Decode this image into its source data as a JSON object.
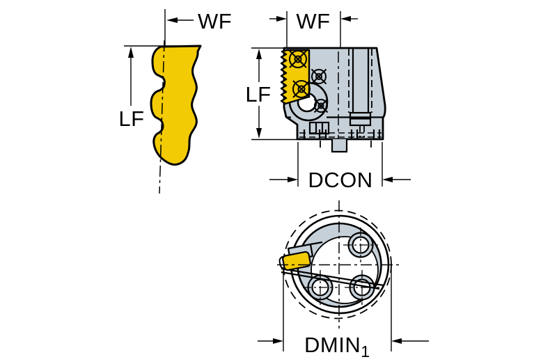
{
  "colors": {
    "insert_yellow": "#F2CB05",
    "body_gray": "#C6D0D8",
    "line": "#000000",
    "background": "#FFFFFF"
  },
  "views": {
    "profile": {
      "wf_label": "WF",
      "lf_label": "LF"
    },
    "front": {
      "wf_label": "WF",
      "lf_label": "LF",
      "dcon_label": "DCON"
    },
    "end": {
      "dmin_label": "DMIN",
      "dmin_subscript": "1"
    }
  }
}
